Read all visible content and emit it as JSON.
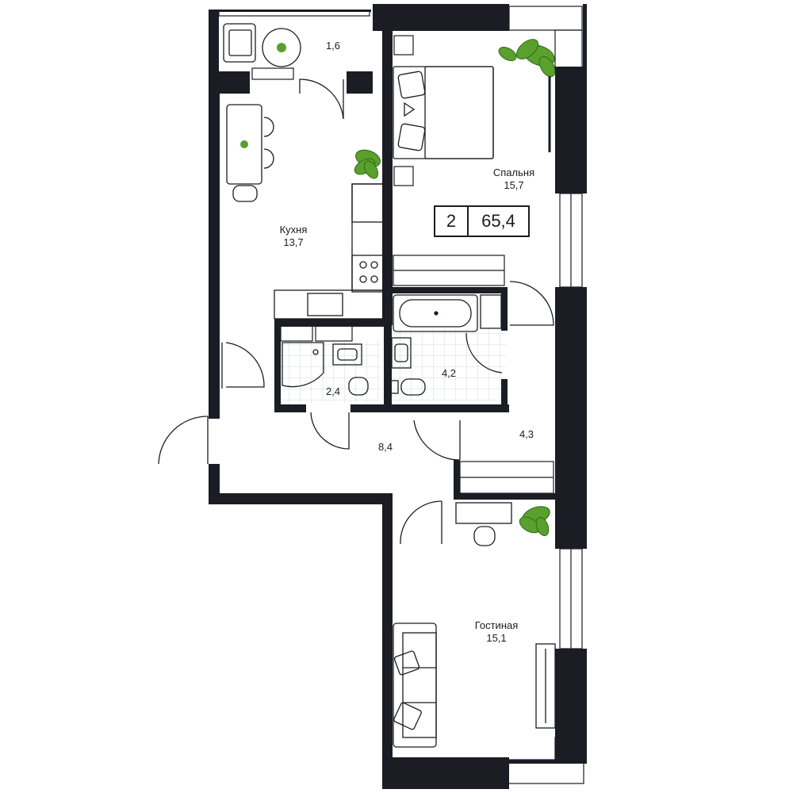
{
  "plan": {
    "rooms_count": "2",
    "total_area": "65,4",
    "rooms": [
      {
        "id": "balcony",
        "name": "",
        "area": "1,6"
      },
      {
        "id": "kitchen",
        "name": "Кухня",
        "area": "13,7"
      },
      {
        "id": "bedroom",
        "name": "Спальня",
        "area": "15,7"
      },
      {
        "id": "bathroom",
        "name": "",
        "area": "4,2"
      },
      {
        "id": "toilet",
        "name": "",
        "area": "2,4"
      },
      {
        "id": "hall",
        "name": "",
        "area": "8,4"
      },
      {
        "id": "corridor",
        "name": "",
        "area": "4,3"
      },
      {
        "id": "living",
        "name": "Гостиная",
        "area": "15,1"
      }
    ]
  },
  "colors": {
    "wall": "#1b1c24",
    "plant": "#5aa02c",
    "plant_dark": "#2f6b1a",
    "tile": "#d6d9de"
  }
}
